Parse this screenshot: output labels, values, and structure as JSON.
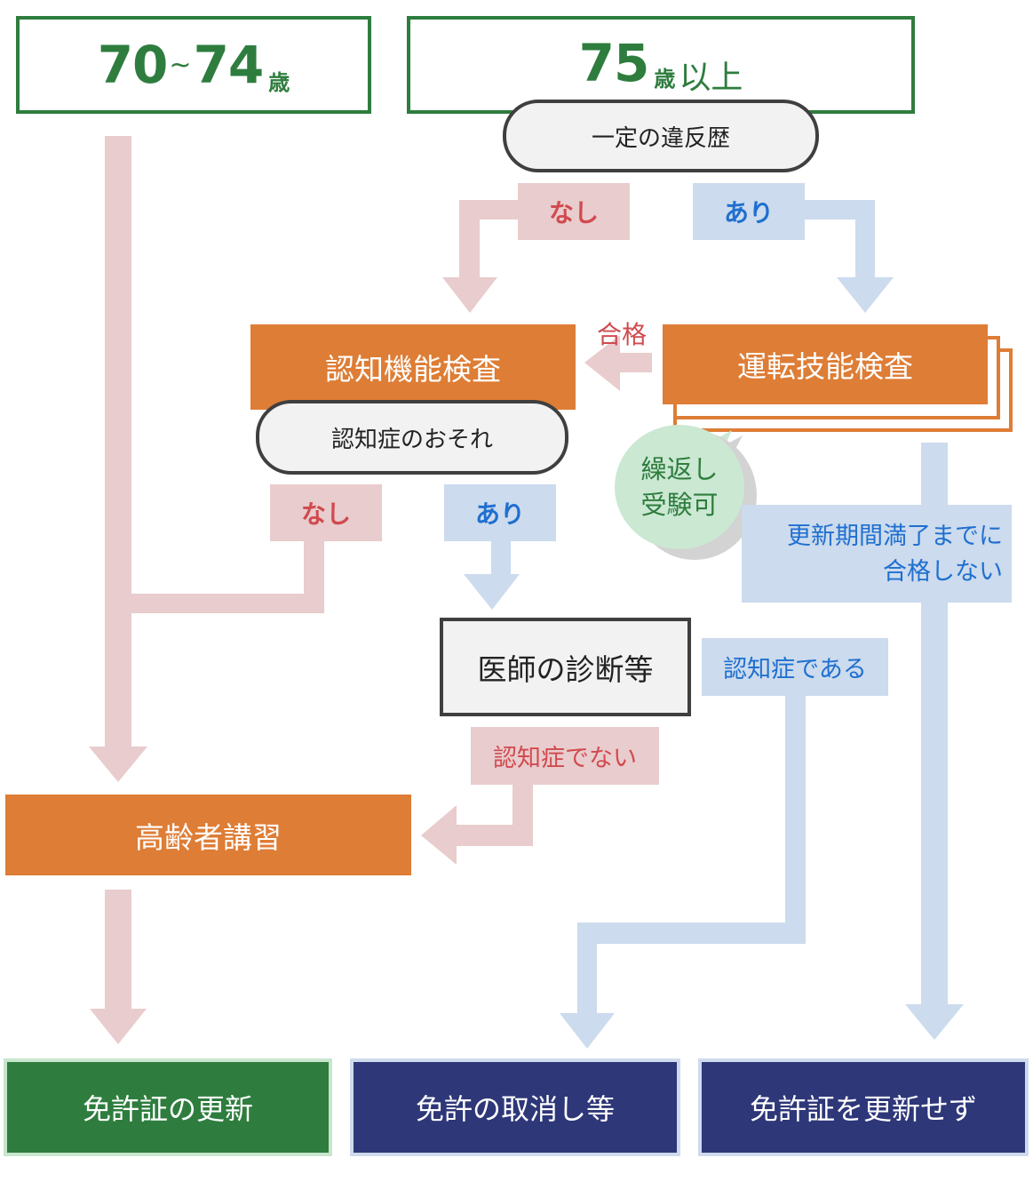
{
  "age_groups": {
    "group_70_74": {
      "from": "70",
      "tilde": "~",
      "to": "74",
      "unit": "歳"
    },
    "group_75_plus": {
      "age": "75",
      "unit": "歳",
      "suffix": "以上"
    }
  },
  "decisions": {
    "violation_history": "一定の違反歴",
    "dementia_risk": "認知症のおそれ"
  },
  "branch_labels": {
    "violation_none": "なし",
    "violation_yes": "あり",
    "risk_none": "なし",
    "risk_yes": "あり",
    "passed": "合格",
    "not_dementia": "認知症でない",
    "is_dementia": "認知症である",
    "not_passed_line1": "更新期間満了までに",
    "not_passed_line2": "合格しない"
  },
  "process_steps": {
    "cognitive_test": "認知機能検査",
    "driving_skill_test": "運転技能検査",
    "doctor_diagnosis": "医師の診断等",
    "elderly_course": "高齢者講習"
  },
  "callout": {
    "line1": "繰返し",
    "line2": "受験可"
  },
  "results": {
    "license_renewed": "免許証の更新",
    "license_revoked": "免許の取消し等",
    "license_not_renewed": "免許証を更新せず"
  },
  "colors": {
    "green": "#2e7d3e",
    "orange": "#de7d35",
    "navy": "#2e3778",
    "arrow_red": "#e9cccd",
    "arrow_blue": "#ccdbed",
    "text_red": "#d04a4f",
    "text_blue": "#1f6fd0"
  }
}
